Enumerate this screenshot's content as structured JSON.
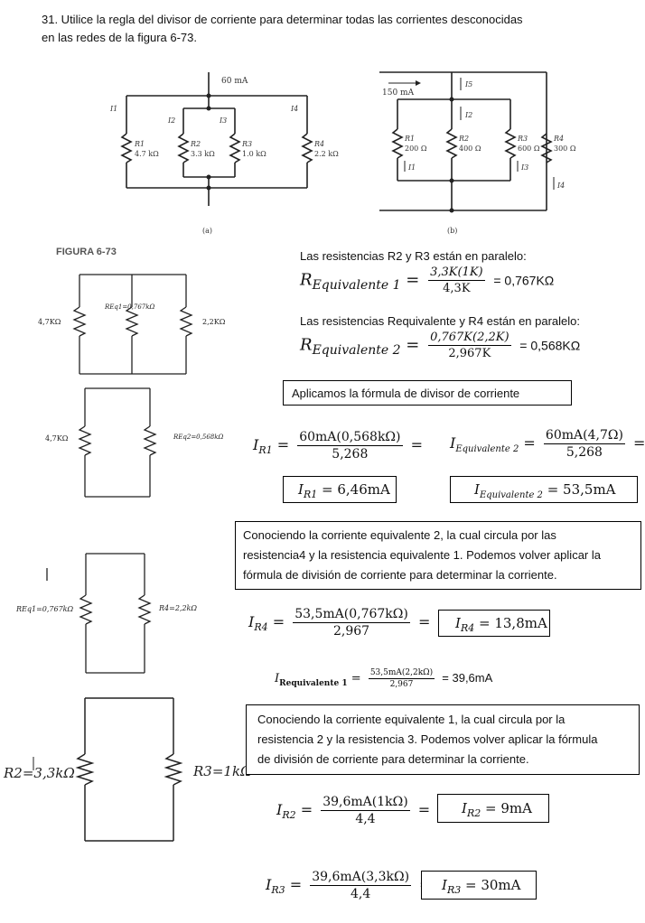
{
  "problem": {
    "line1": "31. Utilice la regla del divisor de corriente para determinar todas  las corrientes desconocidas",
    "line2": "en las redes de la figura  6-73."
  },
  "figure_a": {
    "source": "60 mA",
    "currents": [
      "I1",
      "I2",
      "I3",
      "I4"
    ],
    "resistors": [
      {
        "name": "R1",
        "value": "4.7 kΩ"
      },
      {
        "name": "R2",
        "value": "3.3 kΩ"
      },
      {
        "name": "R3",
        "value": "1.0 kΩ"
      },
      {
        "name": "R4",
        "value": "2.2 kΩ"
      }
    ],
    "caption": "(a)"
  },
  "figure_b": {
    "source": "150 mA",
    "currents": [
      "I5",
      "I2",
      "I1",
      "I3",
      "I4"
    ],
    "resistors": [
      {
        "name": "R1",
        "value": "200 Ω"
      },
      {
        "name": "R2",
        "value": "400 Ω"
      },
      {
        "name": "R3",
        "value": "600 Ω"
      },
      {
        "name": "R4",
        "value": "300 Ω"
      }
    ],
    "caption": "(b)"
  },
  "figure_title": "FIGURA 6-73",
  "diagram1": {
    "left": "4,7KΩ",
    "middle": "REq1=0,767kΩ",
    "right": "2,2KΩ"
  },
  "diagram2": {
    "left": "4,7KΩ",
    "right": "REq2=0,568kΩ"
  },
  "diagram3": {
    "left": "REq1=0,767kΩ",
    "right": "R4=2,2kΩ"
  },
  "diagram4": {
    "left": "R2=3,3kΩ",
    "right": "R3=1kΩ"
  },
  "step1": {
    "text": "Las resistencias R2 y R3 están en paralelo:",
    "lhs": "R",
    "lhs_sub": "Equivalente 1",
    "num": "3,3K(1K)",
    "den": "4,3K",
    "result": "= 0,767KΩ"
  },
  "step2": {
    "text": "Las resistencias Requivalente  y R4 están en paralelo:",
    "lhs": "R",
    "lhs_sub": "Equivalente 2",
    "num": "0,767K(2,2K)",
    "den": "2,967K",
    "result": "= 0,568KΩ"
  },
  "box_formula": "Aplicamos la fórmula de  divisor de corriente",
  "eq_ir1": {
    "lhs": "I",
    "sub": "R1",
    "num": "60mA(0,568kΩ)",
    "den": "5,268",
    "tail": "="
  },
  "eq_ieq2": {
    "lhs": "I",
    "sub": "Equivalente 2",
    "num": "60mA(4,7Ω)",
    "den": "5,268",
    "tail": "="
  },
  "res_ir1": {
    "lhs": "I",
    "sub": "R1",
    "value": "= 6,46mA"
  },
  "res_ieq2": {
    "lhs": "I",
    "sub": "Equivalente 2",
    "value": "= 53,5mA"
  },
  "box_eq2": {
    "l1": "Conociendo la corriente equivalente 2, la cual circula por las",
    "l2": "resistencia4 y la resistencia equivalente 1. Podemos volver aplicar la",
    "l3": "fórmula de división de corriente para determinar la corriente."
  },
  "eq_ir4": {
    "lhs": "I",
    "sub": "R4",
    "num": "53,5mA(0,767kΩ)",
    "den": "2,967",
    "tail": "="
  },
  "res_ir4": {
    "lhs": "I",
    "sub": "R4",
    "value": "= 13,8mA"
  },
  "eq_ireq1": {
    "lhs": "I",
    "sub": "Requivalente 1",
    "num": "53,5mA(2,2kΩ)",
    "den": "2,967",
    "tail": "= 39,6mA"
  },
  "box_eq1": {
    "l1": "Conociendo la corriente equivalente 1, la cual circula por la",
    "l2": "resistencia 2 y la resistencia 3. Podemos volver aplicar la fórmula",
    "l3": "de división de corriente para determinar la corriente."
  },
  "eq_ir2": {
    "lhs": "I",
    "sub": "R2",
    "num": "39,6mA(1kΩ)",
    "den": "4,4",
    "tail": "="
  },
  "res_ir2": {
    "lhs": "I",
    "sub": "R2",
    "value": "= 9mA"
  },
  "eq_ir3": {
    "lhs": "I",
    "sub": "R3",
    "num": "39,6mA(3,3kΩ)",
    "den": "4,4",
    "tail": "="
  },
  "res_ir3": {
    "lhs": "I",
    "sub": "R3",
    "value": "= 30mA"
  }
}
